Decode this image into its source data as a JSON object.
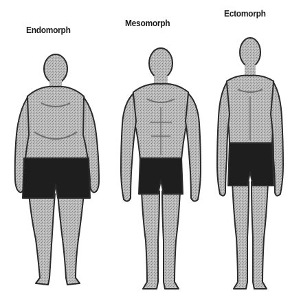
{
  "figures": [
    {
      "label": "Endomorph"
    },
    {
      "label": "Mesomorph"
    },
    {
      "label": "Ectomorph"
    }
  ],
  "colors": {
    "skin_fill": "#bdbdbd",
    "skin_shadow": "#8c8c8c",
    "outline": "#2a2a2a",
    "shorts": "#1e1e1e",
    "background": "#ffffff"
  }
}
